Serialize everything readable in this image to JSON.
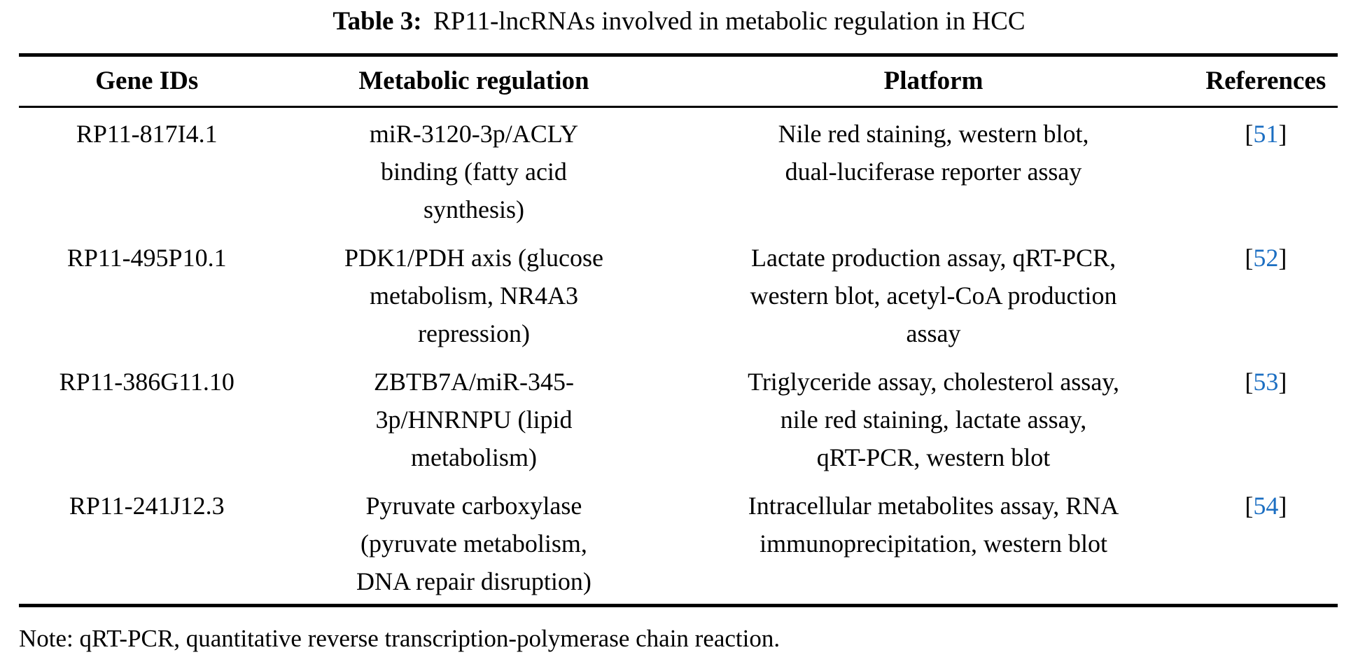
{
  "caption": {
    "label": "Table 3:",
    "text": "RP11-lncRNAs involved in metabolic regulation in HCC"
  },
  "table": {
    "columns": {
      "gene": "Gene IDs",
      "regulation": "Metabolic regulation",
      "platform": "Platform",
      "references": "References"
    },
    "rows": [
      {
        "gene_id": "RP11-817I4.1",
        "regulation": "miR-3120-3p/ACLY\nbinding (fatty acid\nsynthesis)",
        "platform": "Nile red staining, western blot,\ndual-luciferase reporter assay",
        "ref": {
          "open": "[",
          "number": "51",
          "close": "]"
        }
      },
      {
        "gene_id": "RP11-495P10.1",
        "regulation": "PDK1/PDH axis (glucose\nmetabolism, NR4A3\nrepression)",
        "platform": "Lactate production assay, qRT-PCR,\nwestern blot, acetyl-CoA production\nassay",
        "ref": {
          "open": "[",
          "number": "52",
          "close": "]"
        }
      },
      {
        "gene_id": "RP11-386G11.10",
        "regulation": "ZBTB7A/miR-345-\n3p/HNRNPU (lipid\nmetabolism)",
        "platform": "Triglyceride assay, cholesterol assay,\nnile red staining, lactate assay,\nqRT-PCR, western blot",
        "ref": {
          "open": "[",
          "number": "53",
          "close": "]"
        }
      },
      {
        "gene_id": "RP11-241J12.3",
        "regulation": "Pyruvate carboxylase\n(pyruvate metabolism,\nDNA repair disruption)",
        "platform": "Intracellular metabolites assay, RNA\nimmunoprecipitation, western blot",
        "ref": {
          "open": "[",
          "number": "54",
          "close": "]"
        }
      }
    ]
  },
  "note": "Note: qRT-PCR, quantitative reverse transcription-polymerase chain reaction.",
  "colors": {
    "reference_link": "#1b6ec2",
    "text": "#000000",
    "rule": "#000000"
  }
}
